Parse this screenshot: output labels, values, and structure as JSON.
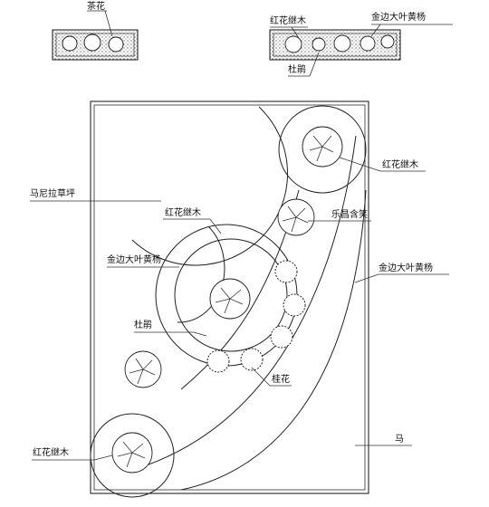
{
  "legend": {
    "tea_flower": "茶花",
    "red_loropetalum": "红花继木",
    "golden_euonymus": "金边大叶黄杨",
    "azalea": "杜鹃"
  },
  "plan": {
    "lawn": "马尼拉草坪",
    "red_loropetalum_top": "红花继木",
    "le_chang_laurel": "乐昌含笑",
    "red_loropetalum_center": "红花继木",
    "golden_euonymus_left": "金边大叶黄杨",
    "golden_euonymus_right": "金边大叶黄杨",
    "azalea": "杜鹃",
    "osmanthus": "桂花",
    "red_loropetalum_bottom": "红花继木",
    "bottom_right_label": "马"
  }
}
